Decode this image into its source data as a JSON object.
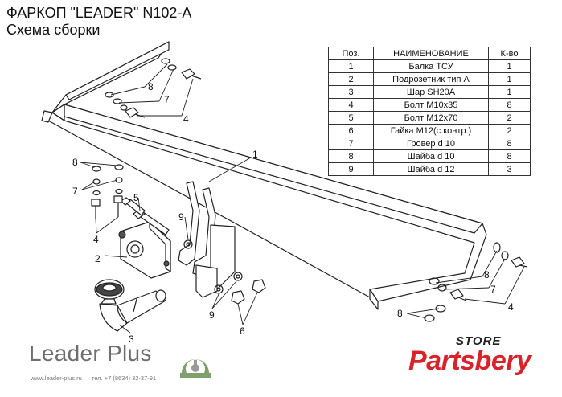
{
  "title": "ФАРКОП \"LEADER\" N102-A",
  "subtitle": "Схема сборки",
  "table": {
    "headers": [
      "Поз.",
      "НАИМЕНОВАНИЕ",
      "К-во"
    ],
    "rows": [
      [
        "1",
        "Балка ТСУ",
        "1"
      ],
      [
        "2",
        "Подрозетник тип А",
        "1"
      ],
      [
        "3",
        "Шар SH20A",
        "1"
      ],
      [
        "4",
        "Болт М10х35",
        "8"
      ],
      [
        "5",
        "Болт М12х70",
        "2"
      ],
      [
        "6",
        "Гайка М12(с.контр.)",
        "2"
      ],
      [
        "7",
        "Гровер d 10",
        "8"
      ],
      [
        "8",
        "Шайба d 10",
        "8"
      ],
      [
        "9",
        "Шайба d 12",
        "3"
      ]
    ]
  },
  "callouts": {
    "p1": "1",
    "p2": "2",
    "p3": "3",
    "p4a": "4",
    "p4b": "4",
    "p4c": "4",
    "p5": "5",
    "p6": "6",
    "p7a": "7",
    "p7b": "7",
    "p7c": "7",
    "p8a": "8",
    "p8b": "8",
    "p8c": "8",
    "p8d": "8",
    "p9a": "9",
    "p9b": "9"
  },
  "brand": {
    "name": "Leader Plus",
    "website": "www.leader-plus.ru",
    "phone": "тел. +7 (8634) 32-37-91"
  },
  "watermark": {
    "store": "STORE",
    "name": "Partsbery"
  },
  "colors": {
    "line": "#222222",
    "brand_red": "#d8232a",
    "logo_green": "#7fa06a"
  }
}
